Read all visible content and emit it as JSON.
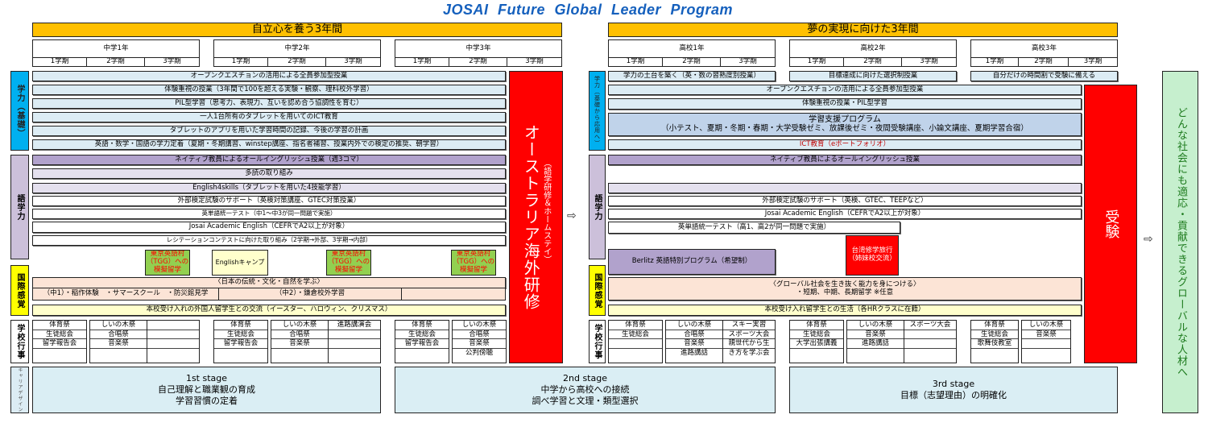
{
  "title": "JOSAI  Future  Global  Leader  Program",
  "junior": {
    "header": "自立心を養う3年間",
    "years": [
      {
        "label": "中学1年",
        "terms": [
          "1学期",
          "2学期",
          "3学期"
        ]
      },
      {
        "label": "中学2年",
        "terms": [
          "1学期",
          "2学期",
          "3学期"
        ]
      },
      {
        "label": "中学3年",
        "terms": [
          "1学期",
          "2学期",
          "3学期"
        ]
      }
    ],
    "categories": {
      "academic": "学力（基礎）",
      "language": "語学力",
      "international": "国際感覚",
      "events": "学校行事",
      "career": "キャリアデザイン"
    },
    "academic_rows": [
      "オープンクエスチョンの活用による全員参加型授業",
      "体験重視の授業（3年間で100を超える実験・観察、理科校外学習）",
      "PIL型学習（思考力、表現力、互いを認め合う協調性を育む）",
      "一人1台所有のタブレットを用いてのICT教育",
      "タブレットのアプリを用いた学習時間の記録、今後の学習の計画",
      "英語・数学・国語の学力定着（夏期・冬期講習、winstep講座、指名者補習、授業内外での検定の推奨、朝学習）"
    ],
    "language_rows": [
      "ネイティブ教員によるオールイングリッシュ授業（週3コマ）",
      "多読の取り組み",
      "English4skills（タブレットを用いた4技能学習）",
      "外部検定試験のサポート（英検対策講座、GTEC対策授業）",
      "英単語統一テスト（中1～中3が同一問題で実施）",
      "Josai Academic English（CEFRでA2以上が対象）",
      "レシテーションコンテストに向けた取り組み（2学期→外部、3学期→内部）"
    ],
    "tgg_label": "東京英語村（TGG）への模擬留学",
    "english_camp": "Englishキャンプ",
    "international_rows": {
      "heading": "〈日本の伝統・文化・自然を学ぶ〉",
      "j1": "（中1）・稲作体験　・サマースクール　・防災館見学",
      "j2": "（中2）・鎌倉校外学習",
      "exchange": "本校受け入れの外国人留学生との交流（イースター、ハロウィン、クリスマス）"
    },
    "events": [
      [
        [
          "体育祭",
          "生徒総会",
          "留学報告会",
          ""
        ],
        [
          "しいの木祭",
          "合唱祭",
          "音楽祭",
          ""
        ],
        [
          "",
          "",
          "",
          ""
        ]
      ],
      [
        [
          "体育祭",
          "生徒総会",
          "留学報告会",
          ""
        ],
        [
          "しいの木祭",
          "合唱祭",
          "音楽祭",
          ""
        ],
        [
          "進路講演会",
          "",
          "",
          ""
        ]
      ],
      [
        [
          "体育祭",
          "生徒総会",
          "留学報告会",
          ""
        ],
        [
          "しいの木祭",
          "合唱祭",
          "音楽祭",
          "公判傍聴"
        ]
      ]
    ],
    "australia": {
      "main": "オーストラリア海外研修",
      "sub": "（語学研修＆ホームステイ）"
    }
  },
  "senior": {
    "header": "夢の実現に向けた3年間",
    "years": [
      {
        "label": "高校1年",
        "terms": [
          "1学期",
          "2学期",
          "3学期"
        ]
      },
      {
        "label": "高校2年",
        "terms": [
          "1学期",
          "2学期",
          "3学期"
        ]
      },
      {
        "label": "高校3年",
        "terms": [
          "1学期",
          "2学期",
          "3学期"
        ]
      }
    ],
    "categories": {
      "academic": "学力（基礎から応用へ）",
      "language": "語学力",
      "international": "国際感覚",
      "events": "学校行事"
    },
    "year_rows": [
      "学力の土台を築く（英・数の習熟度別授業）",
      "目標達成に向けた選択制授業",
      "自分だけの時間割で受験に備える"
    ],
    "academic_rows": [
      "オープンクエスチョンの活用による全員参加型授業",
      "体験重視の授業・PIL型学習"
    ],
    "support_program": {
      "title": "学習支援プログラム",
      "detail": "（小テスト、夏期・冬期・春期・大学受験ゼミ、放課後ゼミ・夜間受験講座、小論文講座、夏期学習合宿）"
    },
    "ict": "ICT教育（eポートフォリオ）",
    "language_rows": [
      "ネイティブ教員によるオールイングリッシュ授業",
      "外部検定試験のサポート（英検、GTEC、TEEPなど）",
      "Josai Academic English（CEFRでA2以上が対象）",
      "英単語統一テスト（高1、高2が同一問題で実施）"
    ],
    "berlitz": "Berlitz 英語特別プログラム（希望制）",
    "taiwan": "台湾修学旅行（姉妹校交流）",
    "international": {
      "line1": "〈グローバル社会を生き抜く能力を身につける〉",
      "line2": "・短期、中期、長期留学 ※任意",
      "exchange": "本校受け入れ留学生との生活（各HRクラスに在籍）"
    },
    "events": [
      [
        [
          "体育祭",
          "生徒総会",
          "",
          ""
        ],
        [
          "しいの木祭",
          "合唱祭",
          "音楽祭",
          "進路講話"
        ],
        [
          "スキー実習",
          "スポーツ大会",
          "親世代から生",
          "き方を学ぶ会"
        ]
      ],
      [
        [
          "体育祭",
          "生徒総会",
          "大学出張講義",
          ""
        ],
        [
          "しいの木祭",
          "音楽祭",
          "進路講話",
          ""
        ],
        [
          "スポーツ大会",
          "",
          "",
          ""
        ]
      ],
      [
        [
          "体育祭",
          "生徒総会",
          "歌舞伎教室",
          ""
        ],
        [
          "しいの木祭",
          "音楽祭",
          "",
          ""
        ]
      ]
    ],
    "exam": "受験"
  },
  "stages": [
    {
      "name": "1st stage",
      "lines": [
        "自己理解と職業観の育成",
        "学習習慣の定着"
      ]
    },
    {
      "name": "2nd stage",
      "lines": [
        "中学から高校への接続",
        "調べ学習と文理・類型選択"
      ]
    },
    {
      "name": "3rd  stage",
      "lines": [
        "目標（志望理由）の明確化"
      ]
    }
  ],
  "goal": "どんな社会にも適応・貢献できるグローバルな人材へ",
  "arrow_icon": "⇨",
  "colors": {
    "title_blue": "#1560bd",
    "gold": "#ffc000",
    "red": "#ff0000",
    "academic_blue": "#00b0f0",
    "language_lavender": "#ccc0da",
    "international_yellow": "#ffff00",
    "goal_green": "#c6efce"
  }
}
